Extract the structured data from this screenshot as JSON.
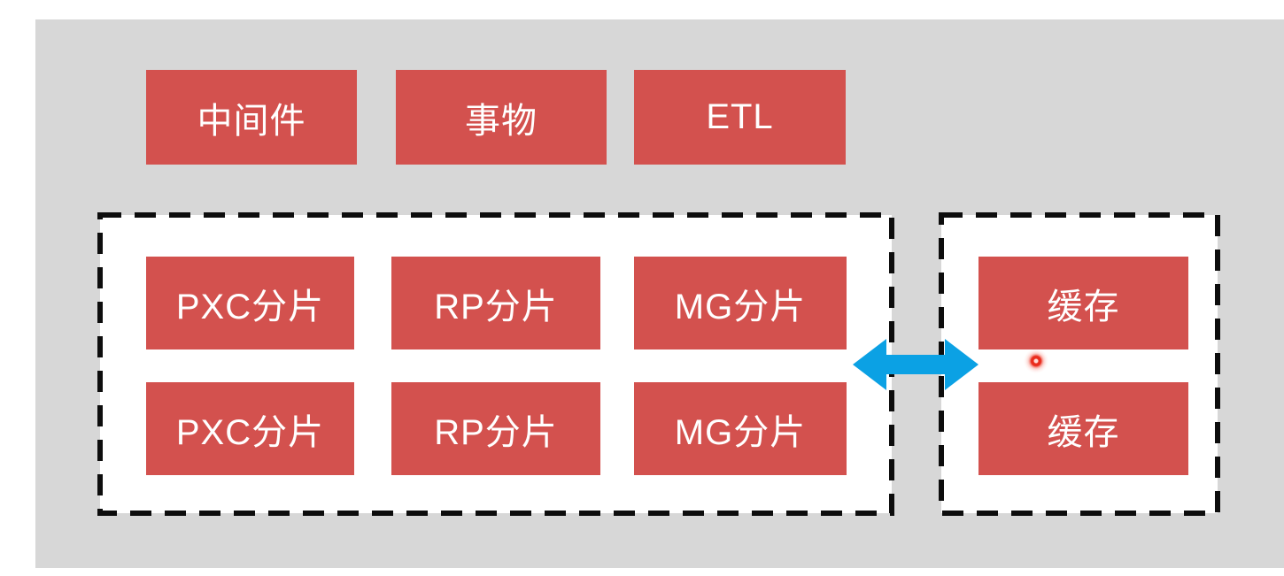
{
  "diagram": {
    "top_row": [
      {
        "label": "中间件"
      },
      {
        "label": "事物"
      },
      {
        "label": "ETL"
      }
    ],
    "shard_group": {
      "rows": [
        [
          {
            "label": "PXC分片"
          },
          {
            "label": "RP分片"
          },
          {
            "label": "MG分片"
          }
        ],
        [
          {
            "label": "PXC分片"
          },
          {
            "label": "RP分片"
          },
          {
            "label": "MG分片"
          }
        ]
      ]
    },
    "cache_group": [
      {
        "label": "缓存"
      },
      {
        "label": "缓存"
      }
    ]
  },
  "colors": {
    "background": "#ffffff",
    "panel": "#d7d7d7",
    "box": "#d3514e",
    "box_text": "#ffffff",
    "dashed_border": "#0d0d0d",
    "arrow": "#0ba1e4",
    "pointer_dot": "#ea2c1c"
  },
  "icons": {
    "arrow": "bidirectional-arrow",
    "pointer": "pointer-dot"
  }
}
